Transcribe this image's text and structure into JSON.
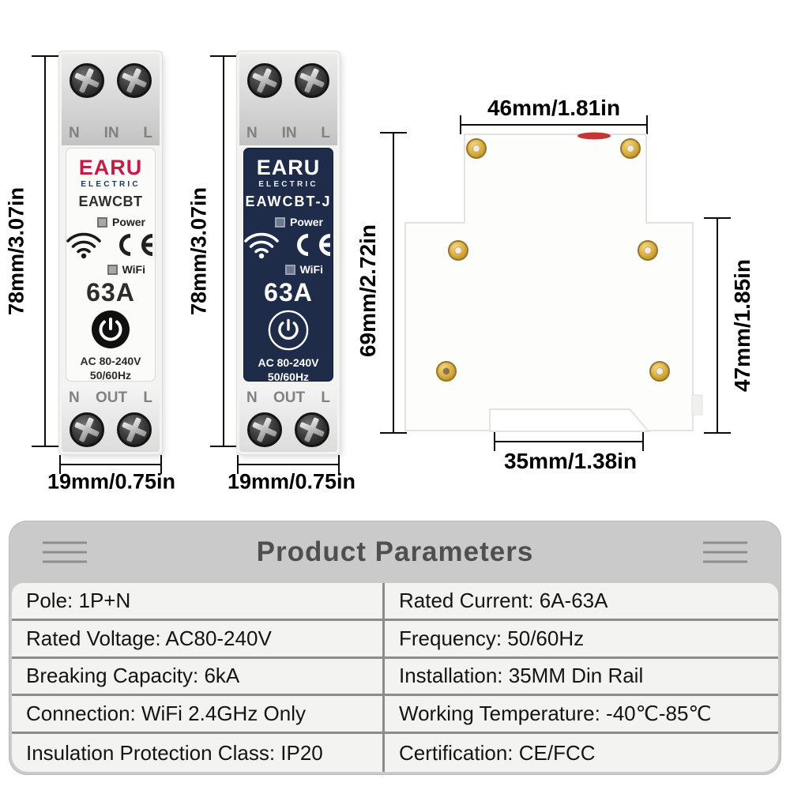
{
  "front_views": [
    {
      "brand": "EARU",
      "brand_sub": "ELECTRIC",
      "model": "EAWCBT",
      "top_terminals": [
        "N",
        "IN",
        "L"
      ],
      "bottom_terminals": [
        "N",
        "OUT",
        "L"
      ],
      "power_indicator": "Power",
      "wifi_indicator": "WiFi",
      "rated_current": "63A",
      "voltage": "AC 80-240V",
      "frequency": "50/60Hz",
      "height_dim": "78mm/3.07in",
      "width_dim": "19mm/0.75in",
      "face_color": "#fbfbfa"
    },
    {
      "brand": "EARU",
      "brand_sub": "ELECTRIC",
      "model": "EAWCBT-J",
      "top_terminals": [
        "N",
        "IN",
        "L"
      ],
      "bottom_terminals": [
        "N",
        "OUT",
        "L"
      ],
      "power_indicator": "Power",
      "wifi_indicator": "WiFi",
      "rated_current": "63A",
      "voltage": "AC 80-240V",
      "frequency": "50/60Hz",
      "height_dim": "78mm/3.07in",
      "width_dim": "19mm/0.75in",
      "face_color": "#1e2b49"
    }
  ],
  "rear_view": {
    "top_width_dim": "46mm/1.81in",
    "left_height_dim": "69mm/2.72in",
    "right_height_dim": "47mm/1.85in",
    "bottom_width_dim": "35mm/1.38in"
  },
  "parameters_panel": {
    "title": "Product Parameters",
    "left_column": [
      "Pole: 1P+N",
      "Rated Voltage: AC80-240V",
      "Breaking Capacity: 6kA",
      "Connection: WiFi 2.4GHz Only",
      "Insulation Protection Class: IP20"
    ],
    "right_column": [
      "Rated Current: 6A-63A",
      "Frequency: 50/60Hz",
      "Installation: 35MM Din Rail",
      "Working Temperature: -40℃-85℃",
      "Certification: CE/FCC"
    ]
  },
  "icons": {
    "wifi": "wifi-signal-icon",
    "ce": "ce-mark-icon",
    "power_button": "power-button-icon",
    "screw": "terminal-screw-icon",
    "brass_screw": "brass-screw-icon"
  },
  "colors": {
    "brand_red": "#c41c47",
    "brand_navy": "#1a3a66",
    "breaker2_face": "#1e2b49",
    "panel_bg": "#cacaca",
    "table_row_bg": "#f3f3f2",
    "table_divider": "#8c8c8c",
    "dim_line": "#0b0b0b"
  }
}
